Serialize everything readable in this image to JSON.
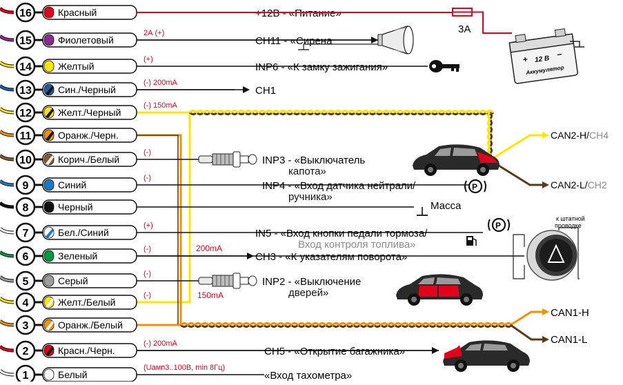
{
  "wires": [
    {
      "num": "16",
      "label": "Красный",
      "color": "#e3001b",
      "stripe": null,
      "note": "",
      "dest": "+12В - «Питание»",
      "dest2": ""
    },
    {
      "num": "15",
      "label": "Фиолетовый",
      "color": "#8c2b8f",
      "stripe": null,
      "note": "2А (+)",
      "dest": "CH11 - «Сирена",
      "dest2": ""
    },
    {
      "num": "14",
      "label": "Желтый",
      "color": "#ffe500",
      "stripe": null,
      "note": "(+)",
      "dest": "INP6 - «К замку зажигания»",
      "dest2": ""
    },
    {
      "num": "13",
      "label": "Син./Черный",
      "color": "#1b5ea8",
      "stripe": "#111111",
      "note": "(-) 200mA",
      "dest": "CH1",
      "dest2": ""
    },
    {
      "num": "12",
      "label": "Желт./Черный",
      "color": "#ffe500",
      "stripe": "#111111",
      "note": "(-) 150mA",
      "dest": "",
      "dest2": ""
    },
    {
      "num": "11",
      "label": "Оранж./Черн.",
      "color": "#f39200",
      "stripe": "#111111",
      "note": "",
      "dest": "",
      "dest2": ""
    },
    {
      "num": "10",
      "label": "Корич./Белый",
      "color": "#8b5a2b",
      "stripe": "#ffffff",
      "note": "(-)",
      "dest": "INP3 - «Выключатель",
      "dest2": "капота»"
    },
    {
      "num": "9",
      "label": "Синий",
      "color": "#1b7ac8",
      "stripe": null,
      "note": "(-)",
      "dest": "INP4 - «Вход датчика нейтрали/",
      "dest2": "ручника»"
    },
    {
      "num": "8",
      "label": "Черный",
      "color": "#111111",
      "stripe": null,
      "note": "",
      "dest": "",
      "dest2": ""
    },
    {
      "num": "7",
      "label": "Бел./Синий",
      "color": "#ffffff",
      "stripe": "#1b7ac8",
      "note": "(+)",
      "dest": "IN5 - «Вход кнопки педали тормоза/",
      "dest2": "Вход контроля топлива»"
    },
    {
      "num": "6",
      "label": "Зеленый",
      "color": "#009a3e",
      "stripe": null,
      "note": "(-)",
      "dest": "CH3 - «К указателям поворота»",
      "dest2": ""
    },
    {
      "num": "5",
      "label": "Серый",
      "color": "#9d9d9c",
      "stripe": null,
      "note": "(-)",
      "dest": "INP2 - «Выключение",
      "dest2": "дверей»"
    },
    {
      "num": "4",
      "label": "Желт./Белый",
      "color": "#ffe500",
      "stripe": "#ffffff",
      "note": "(-)",
      "dest": "",
      "dest2": ""
    },
    {
      "num": "3",
      "label": "Оранж./Белый",
      "color": "#f39200",
      "stripe": "#ffffff",
      "note": "",
      "dest": "",
      "dest2": ""
    },
    {
      "num": "2",
      "label": "Красн./Черн.",
      "color": "#e3001b",
      "stripe": "#111111",
      "note": "(-) 200mA",
      "dest": "CH5 - «Открытие багажника»",
      "dest2": ""
    },
    {
      "num": "1",
      "label": "Белый",
      "color": "#ffffff",
      "stripe": null,
      "note": "(Uамп3..100В, min 8Гц)",
      "dest": "«Вход тахометра»",
      "dest2": ""
    }
  ],
  "labels": {
    "fuse": "3А",
    "battery_plus": "+",
    "battery_minus": "−",
    "battery_volt": "12 В",
    "battery_name": "Аккумулятор",
    "mass": "Масса",
    "ch3_200": "200mA",
    "ch4_150": "150mA",
    "can2h_main": "CAN2-H/",
    "can2h_sub": "CH4",
    "can2l_main": "CAN2-L/",
    "can2l_sub": "CH2",
    "can1h": "CAN1-H",
    "can1l": "CAN1-L",
    "std_wiring_1": "к штатной",
    "std_wiring_2": "проводке",
    "p_symbol": "P"
  },
  "colors": {
    "note_red": "#e3001b",
    "can_yellow": "#ffe500",
    "can_orange": "#f39200",
    "twist_dark": "#5a3a1a",
    "text_gray": "#8a8a8a"
  }
}
